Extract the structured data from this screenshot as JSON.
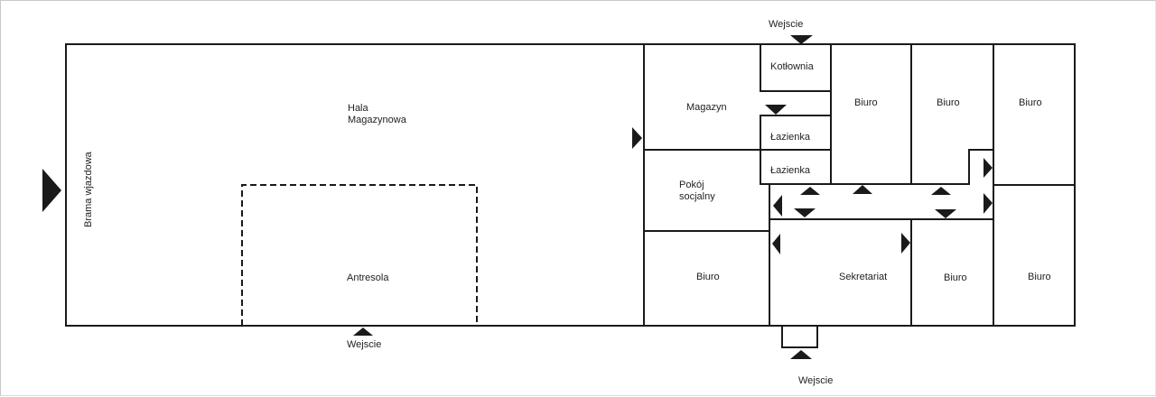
{
  "diagram": {
    "type": "floor-plan",
    "colors": {
      "wall": "#1a1a1a",
      "text": "#222222",
      "background": "#ffffff"
    },
    "rooms": {
      "hala": {
        "line1": "Hala",
        "line2": "Magazynowa"
      },
      "antresola": "Antresola",
      "brama": "Brama wjazdowa",
      "magazyn": "Magazyn",
      "kotlownia": "Kotłownia",
      "lazienka_1": "Łazienka",
      "lazienka_2": "Łazienka",
      "pokoj_socjalny": {
        "line1": "Pokój",
        "line2": "socjalny"
      },
      "biuro_top_1": "Biuro",
      "biuro_top_2": "Biuro",
      "biuro_top_3": "Biuro",
      "biuro_bottom_left": "Biuro",
      "sekretariat": "Sekretariat",
      "biuro_bottom_mid": "Biuro",
      "biuro_bottom_right": "Biuro"
    },
    "entrances": {
      "top": "Wejscie",
      "bottom_hall": "Wejscie",
      "bottom_office": "Wejscie"
    }
  }
}
